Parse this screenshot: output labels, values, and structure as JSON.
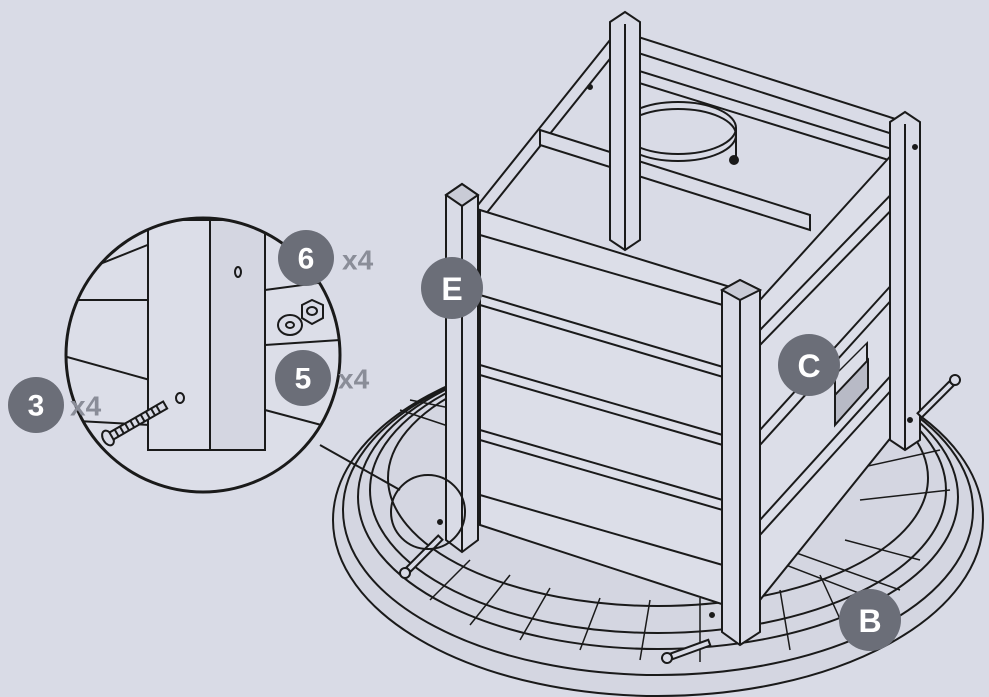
{
  "colors": {
    "background": "#d9dbe6",
    "badge": "#6b6e78",
    "qty": "#8a8d98",
    "line": "#1a1a1a",
    "part_fill": "#dcdee8"
  },
  "parts": {
    "e": "E",
    "c": "C",
    "b": "B"
  },
  "hardware": [
    {
      "part": "6",
      "qty": "x4",
      "icon": "nut-icon"
    },
    {
      "part": "5",
      "qty": "x4",
      "icon": "washer-icon"
    },
    {
      "part": "3",
      "qty": "x4",
      "icon": "bolt-icon"
    }
  ]
}
